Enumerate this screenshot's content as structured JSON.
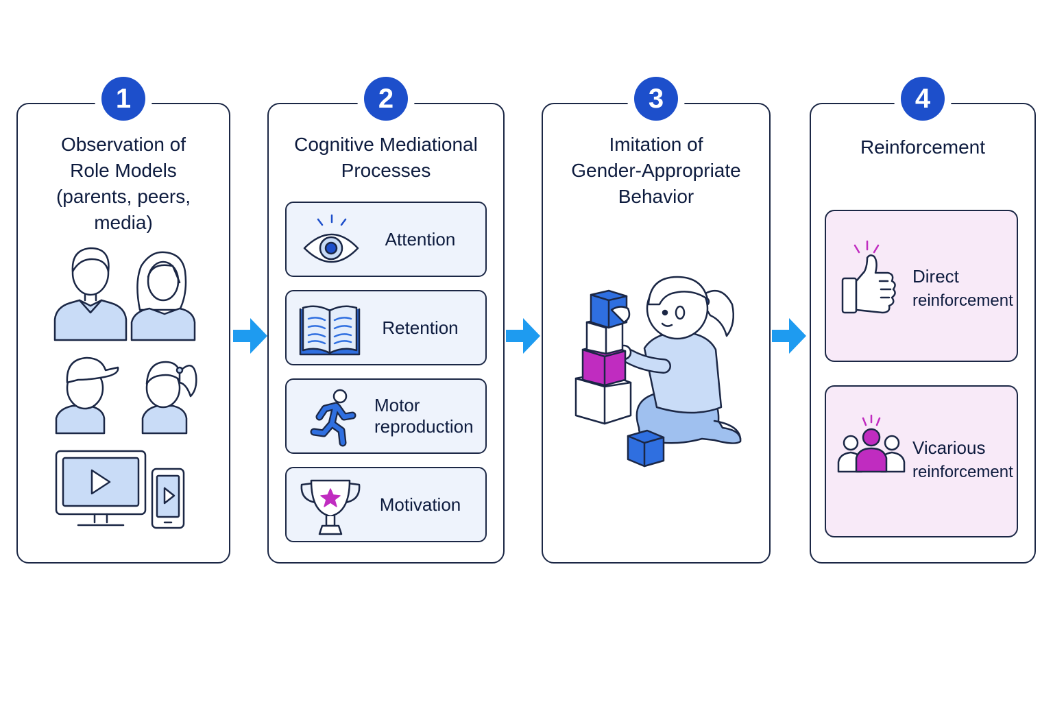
{
  "steps": [
    {
      "number": "1",
      "title_lines": [
        "Observation of",
        "Role Models",
        "(parents, peers,",
        "media)"
      ],
      "icons": [
        "father-icon",
        "mother-icon",
        "boy-icon",
        "girl-icon",
        "monitor-play-icon",
        "phone-play-icon"
      ]
    },
    {
      "number": "2",
      "title_lines": [
        "Cognitive Mediational",
        "Processes"
      ],
      "processes": [
        {
          "label_lines": [
            "Attention"
          ],
          "icon": "eye-icon"
        },
        {
          "label_lines": [
            "Retention"
          ],
          "icon": "open-book-icon"
        },
        {
          "label_lines": [
            "Motor",
            "reproduction"
          ],
          "icon": "running-person-icon"
        },
        {
          "label_lines": [
            "Motivation"
          ],
          "icon": "trophy-icon"
        }
      ]
    },
    {
      "number": "3",
      "title_lines": [
        "Imitation of",
        "Gender-Appropriate",
        "Behavior"
      ],
      "icon": "girl-stacking-blocks-illustration"
    },
    {
      "number": "4",
      "title_lines": [
        "Reinforcement"
      ],
      "types": [
        {
          "label_lines": [
            "Direct",
            "reinforcement"
          ],
          "icon": "thumbs-up-icon"
        },
        {
          "label_lines": [
            "Vicarious",
            "reinforcement"
          ],
          "icon": "group-icon"
        }
      ]
    }
  ],
  "colors": {
    "badge": "#1d4fcb",
    "arrow": "#1e9bf0",
    "outline": "#1b2745",
    "icon_fill": "#c9dcf7",
    "process_bg": "#eef3fc",
    "reinforcement_bg": "#f8eaf8",
    "accent_magenta": "#c02cc0",
    "accent_blue": "#2f6fe0"
  }
}
